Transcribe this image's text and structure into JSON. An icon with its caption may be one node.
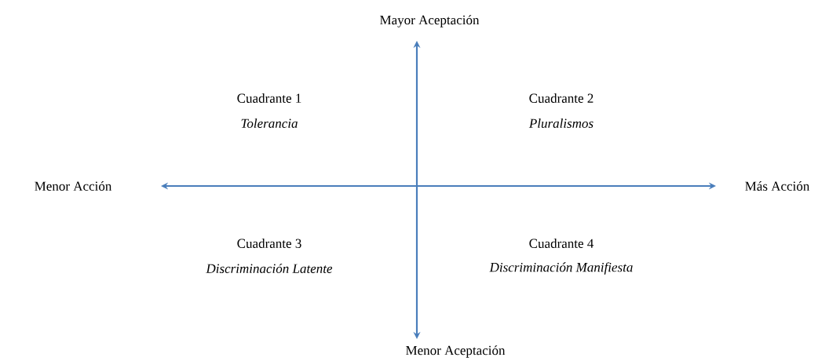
{
  "diagram": {
    "labels": [
      "Mayor Aceptación",
      "Cuadrante 1",
      "Tolerancia",
      "Cuadrante 2",
      "Pluralismos",
      "Menor Acción",
      "Más Acción",
      "Cuadrante 3",
      "Discriminación Latente",
      "Cuadrante 4",
      "Discriminación Manifiesta",
      "Menor Aceptación"
    ]
  }
}
